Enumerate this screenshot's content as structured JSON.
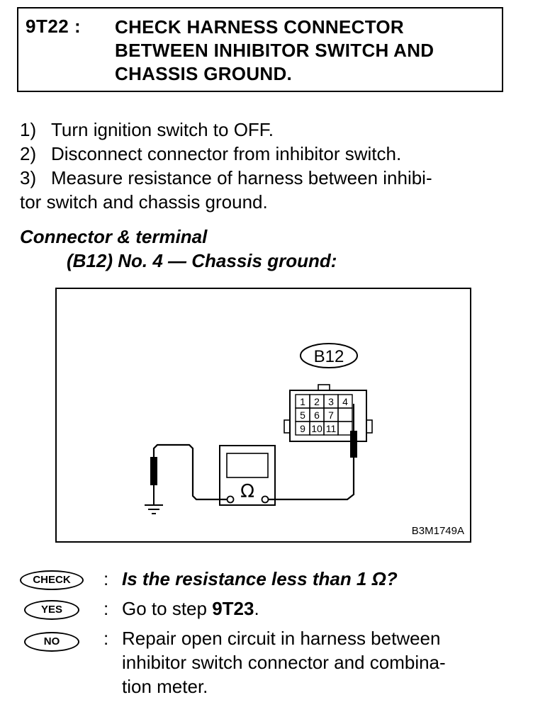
{
  "header": {
    "step_id": "9T22 :",
    "title_lines": [
      "CHECK HARNESS CONNECTOR",
      "BETWEEN INHIBITOR SWITCH AND",
      "CHASSIS GROUND."
    ]
  },
  "procedure": {
    "steps": [
      {
        "num": "1)",
        "text": "Turn ignition switch to OFF."
      },
      {
        "num": "2)",
        "text": "Disconnect connector from inhibitor switch."
      },
      {
        "num": "3)",
        "text": "Measure resistance of harness between inhibi-"
      }
    ],
    "continuation": "tor switch and chassis ground."
  },
  "connector": {
    "heading": "Connector & terminal",
    "spec": "(B12) No. 4 — Chassis ground:"
  },
  "figure": {
    "connector_label": "B12",
    "pins": [
      "1",
      "2",
      "3",
      "4",
      "5",
      "6",
      "7",
      "",
      "9",
      "10",
      "11",
      ""
    ],
    "meter_symbol": "Ω",
    "figure_code": "B3M1749A"
  },
  "decision": {
    "check": {
      "badge": "CHECK",
      "colon": ":",
      "question": "Is the resistance less than 1 Ω?"
    },
    "yes": {
      "badge": "YES",
      "colon": ":",
      "prefix": "Go to step ",
      "step": "9T23",
      "suffix": "."
    },
    "no": {
      "badge": "NO",
      "colon": ":",
      "lines": [
        "Repair open circuit in harness between",
        "inhibitor switch connector and combina-",
        "tion meter."
      ]
    }
  }
}
